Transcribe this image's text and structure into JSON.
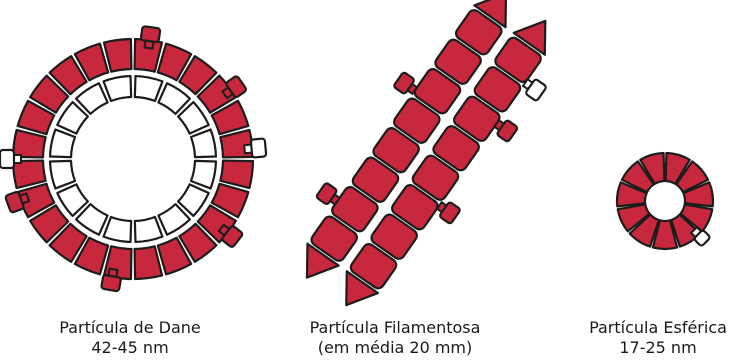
{
  "colors": {
    "protein": "#c8283e",
    "outline": "#1c1c1c",
    "inner": "#ffffff"
  },
  "particles": [
    {
      "name": "Partícula de Dane",
      "size": "42-45 nm"
    },
    {
      "name": "Partícula Filamentosa",
      "size": "(em média 20 mm)"
    },
    {
      "name": "Partícula Esférica",
      "size": "17-25 nm"
    }
  ]
}
